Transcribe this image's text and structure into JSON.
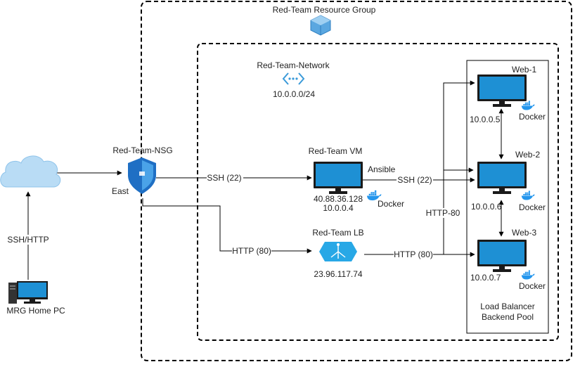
{
  "groups": {
    "resource_group": "Red-Team Resource Group",
    "network": "Red-Team-Network",
    "network_cidr": "10.0.0.0/24",
    "pool_line1": "Load Balancer",
    "pool_line2": "Backend Pool"
  },
  "home_pc": {
    "label": "MRG Home PC"
  },
  "links": {
    "home_to_cloud": "SSH/HTTP",
    "nsg_to_vm": "SSH (22)",
    "nsg_to_lb": "HTTP (80)",
    "vm_to_web": "SSH (22)",
    "lb_to_web": "HTTP (80)",
    "http_vertical": "HTTP-80"
  },
  "nsg": {
    "label": "Red-Team-NSG",
    "region": "East"
  },
  "vm": {
    "title": "Red-Team VM",
    "ansible": "Ansible",
    "public_ip": "40.88.36.128",
    "private_ip": "10.0.0.4",
    "docker": "Docker"
  },
  "lb": {
    "title": "Red-Team LB",
    "ip": "23.96.117.74"
  },
  "web1": {
    "title": "Web-1",
    "ip": "10.0.0.5",
    "docker": "Docker"
  },
  "web2": {
    "title": "Web-2",
    "ip": "10.0.0.6",
    "docker": "Docker"
  },
  "web3": {
    "title": "Web-3",
    "ip": "10.0.0.7",
    "docker": "Docker"
  },
  "colors": {
    "monitor_blue": "#1e90d4",
    "monitor_dark": "#1a1a1a",
    "cloud_blue": "#b9dcf5",
    "docker_blue": "#2496ed",
    "shield_blue": "#1f6fc4",
    "lb_blue": "#28a8e6"
  }
}
